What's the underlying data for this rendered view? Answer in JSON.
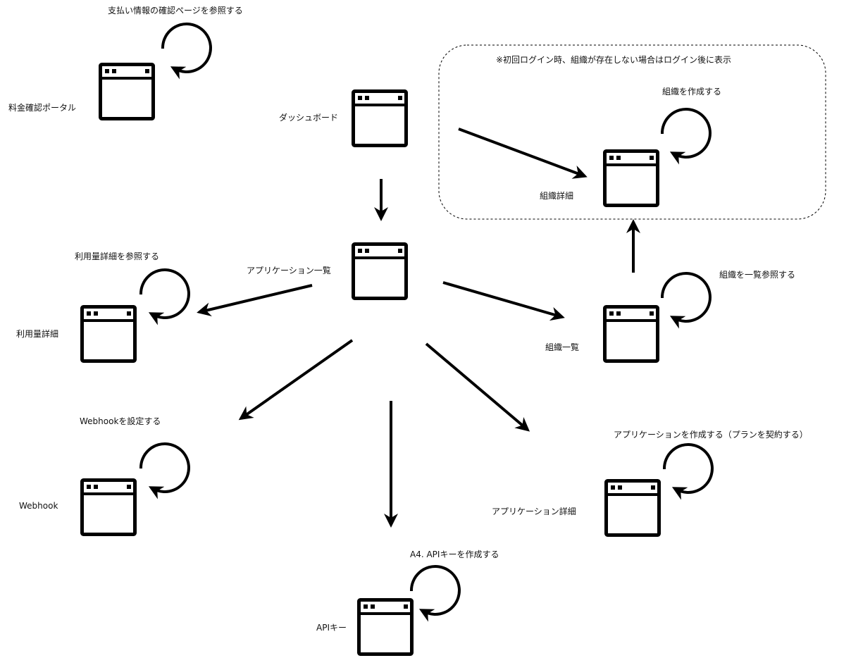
{
  "group": {
    "note": "※初回ログイン時、組織が存在しない場合はログイン後に表示"
  },
  "screens": [
    {
      "id": "billing-portal",
      "name": "料金確認ポータル",
      "action": "支払い情報の確認ページを参照する"
    },
    {
      "id": "dashboard",
      "name": "ダッシュボード",
      "action": ""
    },
    {
      "id": "org-detail",
      "name": "組織詳細",
      "action": "組織を作成する"
    },
    {
      "id": "app-list",
      "name": "アプリケーション一覧",
      "action": ""
    },
    {
      "id": "usage-detail",
      "name": "利用量詳細",
      "action": "利用量詳細を参照する"
    },
    {
      "id": "org-list",
      "name": "組織一覧",
      "action": "組織を一覧参照する"
    },
    {
      "id": "webhook",
      "name": "Webhook",
      "action": "Webhookを設定する"
    },
    {
      "id": "app-detail",
      "name": "アプリケーション詳細",
      "action": "アプリケーションを作成する（プランを契約する）"
    },
    {
      "id": "api-key",
      "name": "APIキー",
      "action": "A4. APIキーを作成する"
    }
  ],
  "transitions": [
    {
      "from": "dashboard",
      "to": "app-list"
    },
    {
      "from": "dashboard",
      "to": "org-detail"
    },
    {
      "from": "app-list",
      "to": "usage-detail"
    },
    {
      "from": "app-list",
      "to": "org-list"
    },
    {
      "from": "app-list",
      "to": "webhook"
    },
    {
      "from": "app-list",
      "to": "api-key"
    },
    {
      "from": "app-list",
      "to": "app-detail"
    },
    {
      "from": "org-list",
      "to": "org-detail"
    }
  ]
}
